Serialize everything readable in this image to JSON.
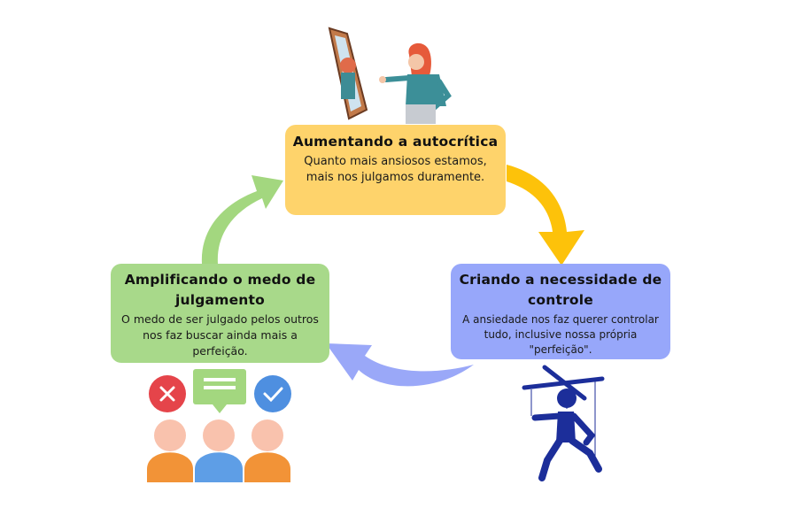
{
  "colors": {
    "top_box": "#fed36b",
    "right_box": "#97a7fa",
    "left_box": "#a8d98a",
    "arrow_top_right": "#fdc20a",
    "arrow_right_left": "#9aa8f8",
    "arrow_left_top": "#a3d77f"
  },
  "steps": [
    {
      "title": "Aumentando a autocrítica",
      "description": "Quanto mais ansiosos estamos, mais nos julgamos duramente."
    },
    {
      "title": "Criando a necessidade de controle",
      "description": "A ansiedade nos faz querer controlar tudo, inclusive nossa própria \"perfeição\"."
    },
    {
      "title": "Amplificando o medo de julgamento",
      "description": "O medo de ser julgado pelos outros nos faz buscar ainda mais a perfeição."
    }
  ],
  "icons": {
    "top": "woman-mirror-icon",
    "right": "puppet-icon",
    "left": "people-judgment-icon"
  }
}
